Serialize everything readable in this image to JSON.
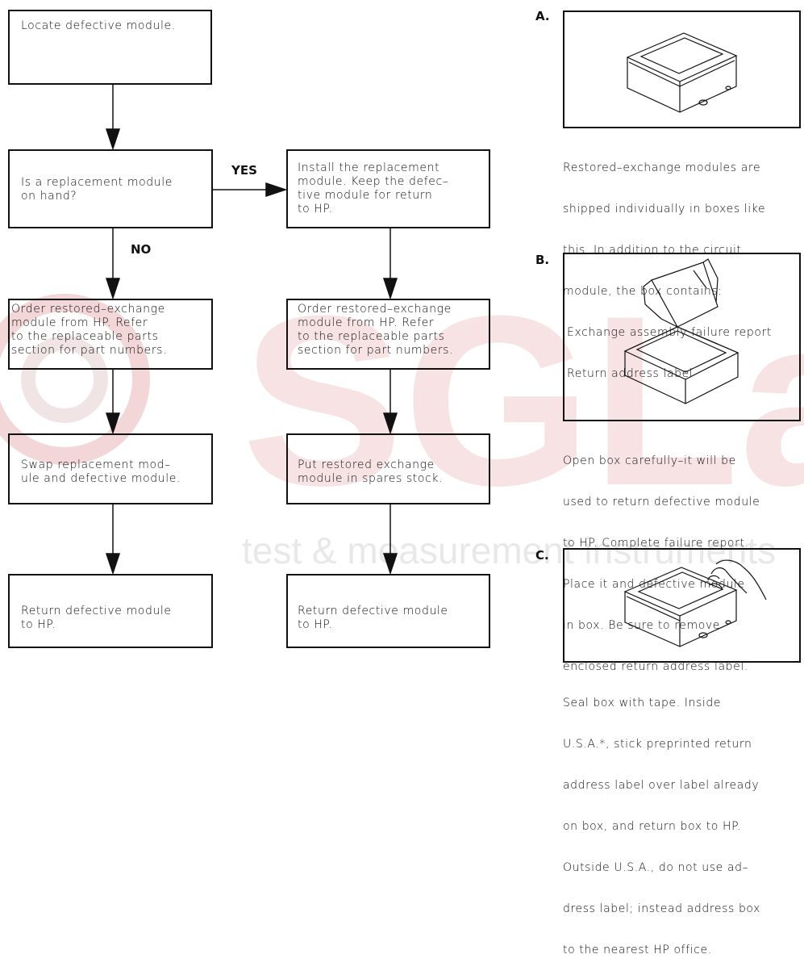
{
  "flowchart": {
    "locate": "Locate defective module.",
    "question": [
      "Is a replacement module",
      "on hand?"
    ],
    "yes_label": "YES",
    "no_label": "NO",
    "install": [
      "Install the replacement",
      "module. Keep the defec–",
      "tive module for return",
      "to HP."
    ],
    "order_left": [
      "Order restored–exchange",
      "module from HP. Refer",
      "to the replaceable parts",
      "section for part numbers."
    ],
    "order_right": [
      "Order restored–exchange",
      "module from HP. Refer",
      "to the replaceable parts",
      "section for part numbers."
    ],
    "swap": [
      "Swap replacement mod–",
      "ule and defective module."
    ],
    "spares": [
      "Put restored exchange",
      "module in spares stock."
    ],
    "return_left": [
      "Return defective module",
      "to HP."
    ],
    "return_right": [
      "Return defective module",
      "to HP."
    ]
  },
  "panels": {
    "a_letter": "A.",
    "a_caption": [
      "Restored–exchange modules are",
      "shipped individually in boxes like",
      "this. In addition to the circuit",
      "module, the box contains:",
      " Exchange assembly failure report",
      " Return address label"
    ],
    "b_letter": "B.",
    "b_caption": [
      "Open box carefully–it will be",
      "used to return defective module",
      "to HP. Complete failure report.",
      "Place it and defective module",
      "in box. Be sure to remove",
      "enclosed return address label."
    ],
    "c_letter": "C.",
    "c_caption": [
      "Seal box with tape. Inside",
      "U.S.A.*, stick preprinted return",
      "address label over label already",
      "on box, and return box to HP.",
      "Outside U.S.A., do not use ad–",
      "dress label; instead address box",
      "to the nearest HP office."
    ]
  },
  "watermark": {
    "brand": "SGLabs",
    "tagline": "test & measurement instruments"
  }
}
